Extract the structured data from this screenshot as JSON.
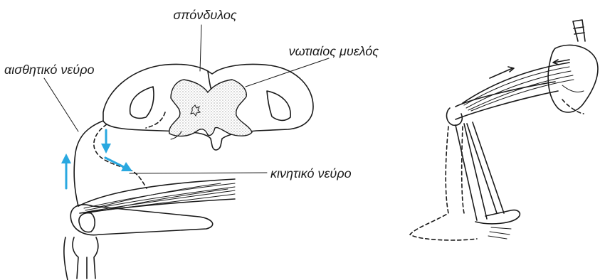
{
  "labels": {
    "vertebra": "σπόνδυλος",
    "spinal_cord": "νωτιαίος μυελός",
    "sensory_nerve": "αισθητικό νεύρο",
    "motor_nerve": "κινητικό νεύρο"
  },
  "colors": {
    "ink": "#1a1a1a",
    "arrow": "#29a8e0",
    "gray_matter": "#d9d9d9"
  }
}
